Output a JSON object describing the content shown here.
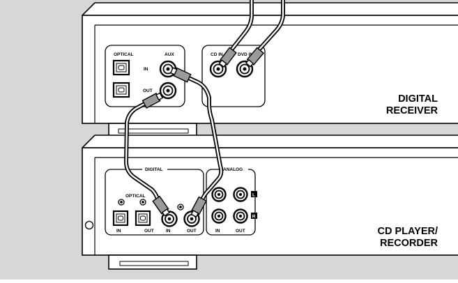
{
  "receiver": {
    "name_line1": "DIGITAL",
    "name_line2": "RECEIVER",
    "labels": {
      "optical": "OPTICAL",
      "aux": "AUX",
      "in": "IN",
      "out": "OUT",
      "cd_in": "CD IN",
      "dvd_in": "DVD IN"
    }
  },
  "player": {
    "name_line1": "CD PLAYER/",
    "name_line2": "RECORDER",
    "labels": {
      "digital": "DIGITAL",
      "analog": "ANALOG",
      "optical": "OPTICAL",
      "in": "IN",
      "out": "OUT",
      "coax_in": "IN",
      "coax_out": "OUT",
      "analog_in": "IN",
      "analog_out": "OUT",
      "left": "L",
      "right": "R"
    }
  },
  "colors": {
    "background": "#d7d7d7",
    "panel": "#ffffff",
    "line": "#000000",
    "cable_body": "#9a9a9a"
  }
}
